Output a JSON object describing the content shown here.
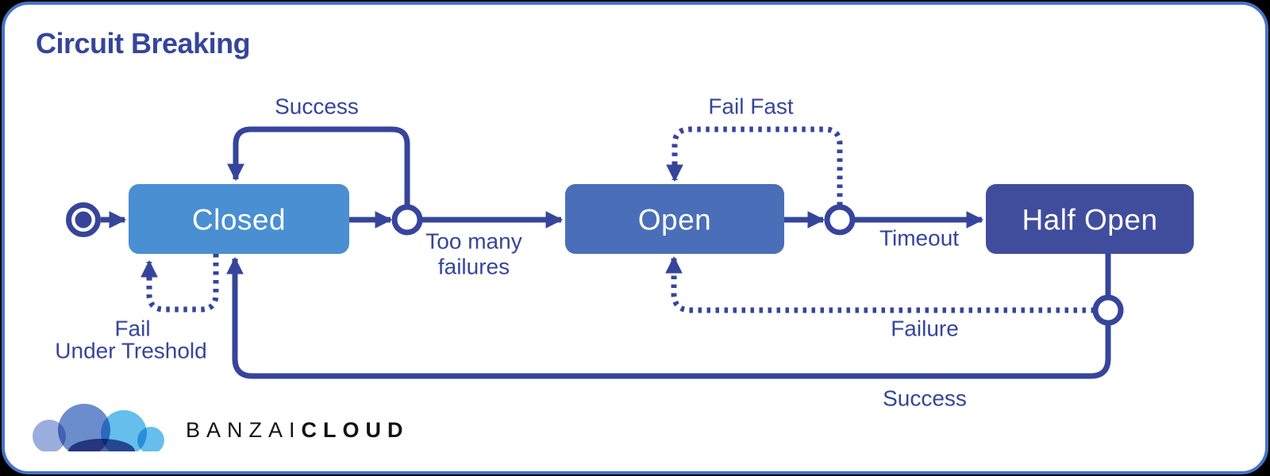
{
  "title": "Circuit Breaking",
  "states": {
    "closed": "Closed",
    "open": "Open",
    "half_open": "Half Open"
  },
  "transitions": {
    "success_top": "Success",
    "too_many_line1": "Too many",
    "too_many_line2": "failures",
    "fail_fast": "Fail Fast",
    "timeout": "Timeout",
    "failure": "Failure",
    "success_bottom": "Success",
    "fail_under_line1": "Fail",
    "fail_under_line2": "Under Treshold"
  },
  "logo": {
    "brand_light": "BANZAI",
    "brand_bold": "CLOUD"
  },
  "colors": {
    "bg": "#000000",
    "card": "#ffffff",
    "border": "#4673c8",
    "line": "#36459b",
    "closed": "#4a8fd2",
    "open": "#4a6fb8",
    "halfopen": "#404d9d",
    "peri": "#96a9da",
    "blue": "#5c81c8",
    "sky": "#4ab3e9",
    "navy": "#1d2a7a"
  }
}
